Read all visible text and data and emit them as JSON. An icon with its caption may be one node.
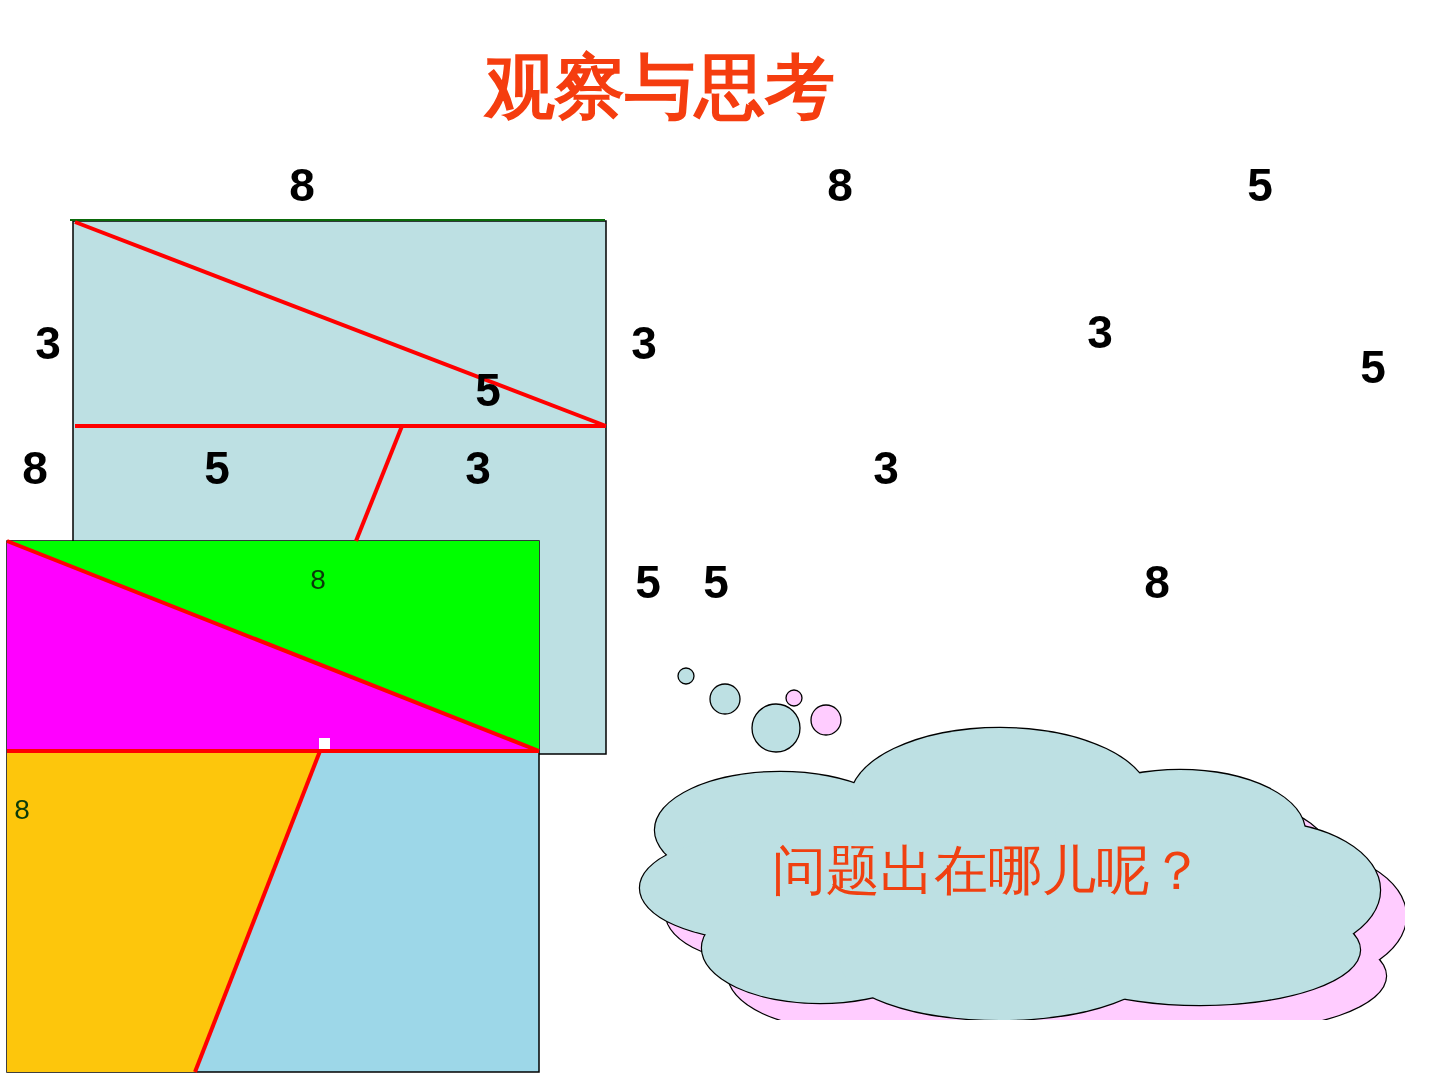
{
  "diagram": {
    "title": "观察与思考",
    "nodes": [
      {
        "text": [
          "问题出在哪儿呢？"
        ]
      }
    ],
    "labels": [
      "8",
      "8",
      "5",
      "3",
      "3",
      "3",
      "5",
      "5",
      "8",
      "5",
      "3",
      "3",
      "8",
      "5",
      "5",
      "8",
      "8"
    ]
  }
}
